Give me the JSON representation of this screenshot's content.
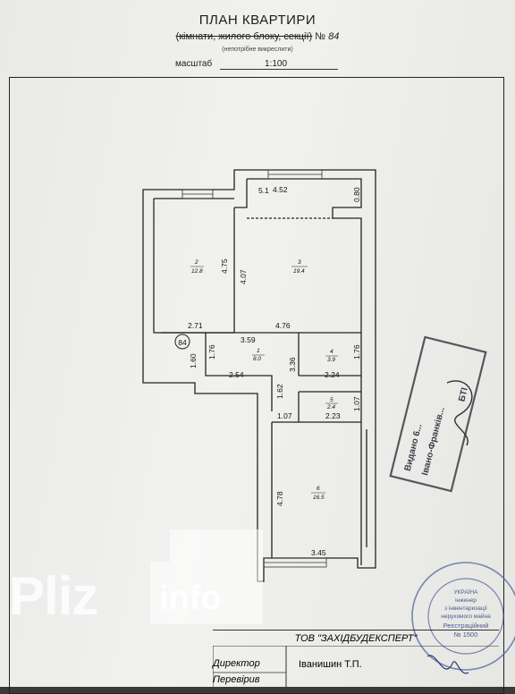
{
  "header": {
    "title": "ПЛАН КВАРТИРИ",
    "subtitle_struck": "(кімнати, жилого блоку, секції)",
    "number_label": "№",
    "number_value": "84",
    "hint": "(непотрібне викреслити)",
    "scale_label": "масштаб",
    "scale_value": "1:100"
  },
  "plan": {
    "apartment_marker": "84",
    "dimensions": [
      "5.1",
      "4.52",
      "0.80",
      "4.75",
      "4.07",
      "2.71",
      "4.76",
      "3.59",
      "1.60",
      "1.76",
      "1.76",
      "2.54",
      "3.36",
      "2.24",
      "1.62",
      "1.07",
      "1.07",
      "2.23",
      "4.78",
      "3.45"
    ],
    "rooms": [
      {
        "number": "2",
        "area": "12.8"
      },
      {
        "number": "3",
        "area": "19.4"
      },
      {
        "number": "1",
        "area": "8.0"
      },
      {
        "number": "4",
        "area": "3.9"
      },
      {
        "number": "5",
        "area": "2.4"
      },
      {
        "number": "6",
        "area": "16.5"
      }
    ]
  },
  "stamp": {
    "lines": [
      "Видано 6...",
      "Івано-Франків...",
      "БТІ"
    ]
  },
  "seal": {
    "center_lines": [
      "УКРАЇНА",
      "інженер",
      "з інвентаризації",
      "нерухомого майна",
      "Реєстраційний",
      "№ 1500"
    ]
  },
  "watermark": {
    "brand": "Pliz",
    "suffix": "info"
  },
  "footer": {
    "company": "ТОВ \"ЗАХІДБУДЕКСПЕРТ\"",
    "director_label": "Директор",
    "director_name": "Іванишин Т.П.",
    "checker_label": "Перевірив"
  }
}
